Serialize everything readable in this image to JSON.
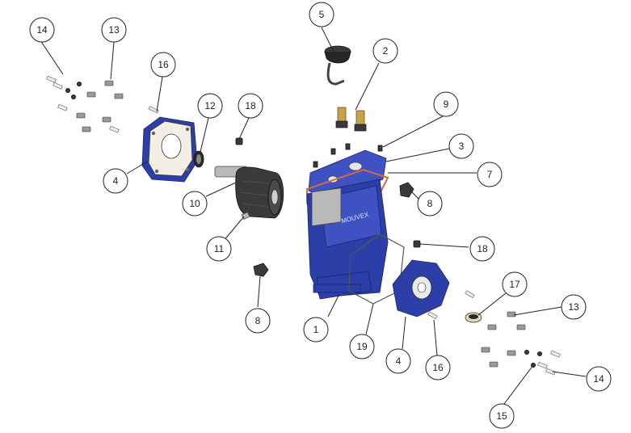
{
  "brand_text": "MOUVEX",
  "callouts": [
    {
      "id": "c1",
      "label": "1"
    },
    {
      "id": "c2",
      "label": "2"
    },
    {
      "id": "c3",
      "label": "3"
    },
    {
      "id": "c4a",
      "label": "4"
    },
    {
      "id": "c4b",
      "label": "4"
    },
    {
      "id": "c5",
      "label": "5"
    },
    {
      "id": "c7",
      "label": "7"
    },
    {
      "id": "c8a",
      "label": "8"
    },
    {
      "id": "c8b",
      "label": "8"
    },
    {
      "id": "c9",
      "label": "9"
    },
    {
      "id": "c10",
      "label": "10"
    },
    {
      "id": "c11",
      "label": "11"
    },
    {
      "id": "c12",
      "label": "12"
    },
    {
      "id": "c13a",
      "label": "13"
    },
    {
      "id": "c13b",
      "label": "13"
    },
    {
      "id": "c14a",
      "label": "14"
    },
    {
      "id": "c14b",
      "label": "14"
    },
    {
      "id": "c15",
      "label": "15"
    },
    {
      "id": "c16a",
      "label": "16"
    },
    {
      "id": "c16b",
      "label": "16"
    },
    {
      "id": "c17",
      "label": "17"
    },
    {
      "id": "c18a",
      "label": "18"
    },
    {
      "id": "c18b",
      "label": "18"
    },
    {
      "id": "c19",
      "label": "19"
    }
  ],
  "colors": {
    "housing": "#2c3fa8",
    "gasket": "#d46a3a",
    "plate": "#f3eee6"
  }
}
